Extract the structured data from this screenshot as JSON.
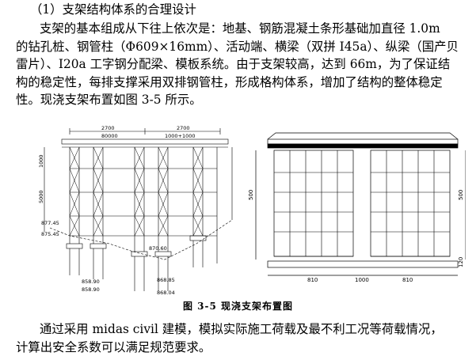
{
  "section_heading": "（1）支架结构体系的合理设计",
  "paragraph1": [
    "支架的基本组成从下往上依次是：地基、钢筋混凝土条形基础加直径 1.0m",
    "的钻孔桩、钢管柱（Φ609×16mm）、活动端、横梁（双拼 I45a）、纵梁（国产贝",
    "雷片）、I20a 工字钢分配梁、模板系统。由于支架较高，达到 66m，为了保证结",
    "构的稳定性，每排支撑采用双排钢管柱，形成格构体系，增加了结构的整体稳定",
    "性。现浇支架布置如图 3-5 所示。"
  ],
  "figure_caption": "图 3-5  现浇支架布置图",
  "paragraph2": [
    "通过采用 midas civil 建模，模拟实际施工荷载及最不利工况等荷载情况，",
    "计算出安全系数可以满足规范要求。"
  ],
  "drawing_left": {
    "dims_top": [
      "2700",
      "2700"
    ],
    "tiny_labels": [
      "80000",
      "1000+1000",
      "1000",
      "5000"
    ],
    "elev_labels": [
      "877.45",
      "875.45",
      "870.60",
      "858.90",
      "858.90",
      "868.85",
      "868.04"
    ]
  },
  "drawing_right": {
    "dims_bottom": [
      "810",
      "1000",
      "810"
    ],
    "side_labels": [
      "500",
      "500",
      "120"
    ]
  }
}
